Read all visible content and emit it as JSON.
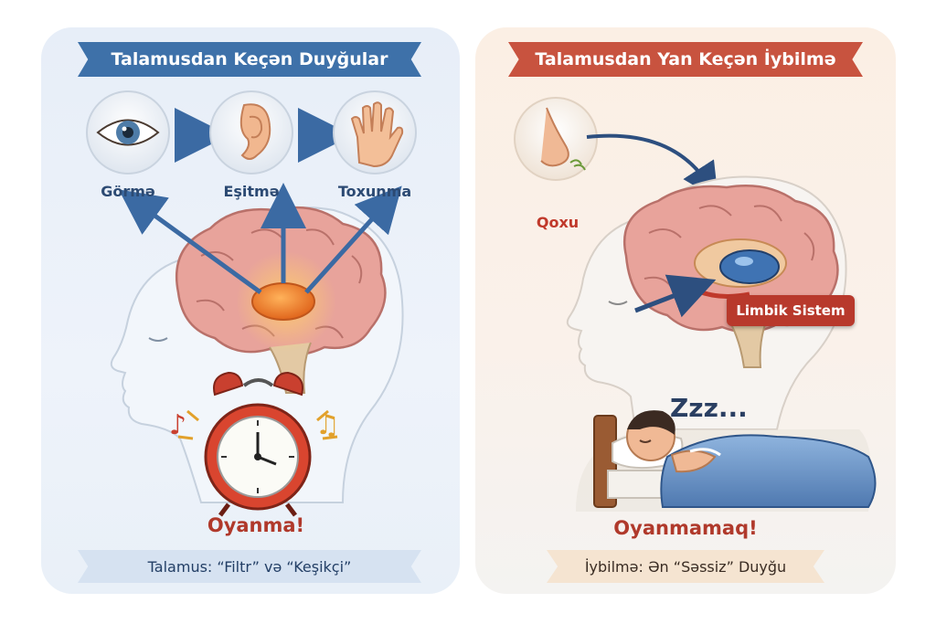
{
  "left": {
    "title": "Talamusdan Keçən Duyğular",
    "senses": [
      {
        "label": "Görmə",
        "icon": "eye-icon"
      },
      {
        "label": "Eşitmə",
        "icon": "ear-icon"
      },
      {
        "label": "Toxunma",
        "icon": "hand-icon"
      }
    ],
    "result": "Oyanma!",
    "footer": "Talamus: “Filtr” və “Keşikçi”"
  },
  "right": {
    "title": "Talamusdan Yan Keçən İybilmə",
    "smell_label": "Qoxu",
    "limbic_label": "Limbik Sistem",
    "snore": "Zzz...",
    "result": "Oyanmamaq!",
    "footer": "İybilmə: Ən “Səssiz” Duyğu"
  },
  "colors": {
    "left_accent": "#3e71a9",
    "right_accent": "#c8533f",
    "result_text": "#b0392b"
  }
}
